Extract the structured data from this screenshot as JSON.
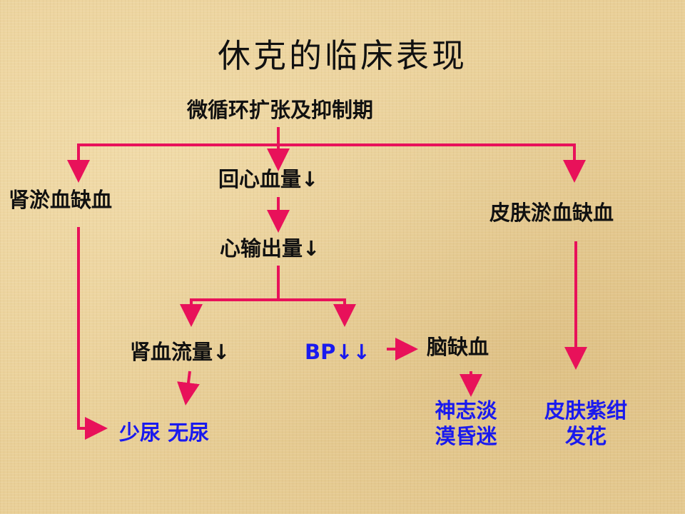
{
  "title": "休克的临床表现",
  "nodes": {
    "stage": "微循环扩张及抑制期",
    "kidney_stasis": "肾淤血缺血",
    "venous_return": "回心血量↓",
    "skin_stasis": "皮肤淤血缺血",
    "cardiac_output": "心输出量↓",
    "renal_flow": "肾血流量↓",
    "bp": "BP↓↓",
    "brain_ischemia": "脑缺血",
    "urine": "少尿 无尿",
    "mind_line1": "神志淡",
    "mind_line2": "漠昏迷",
    "skin_line1": "皮肤紫绀",
    "skin_line2": "发花"
  },
  "colors": {
    "arrow": "#e8115a",
    "text": "#111111",
    "highlight_text": "#1a1aee"
  }
}
